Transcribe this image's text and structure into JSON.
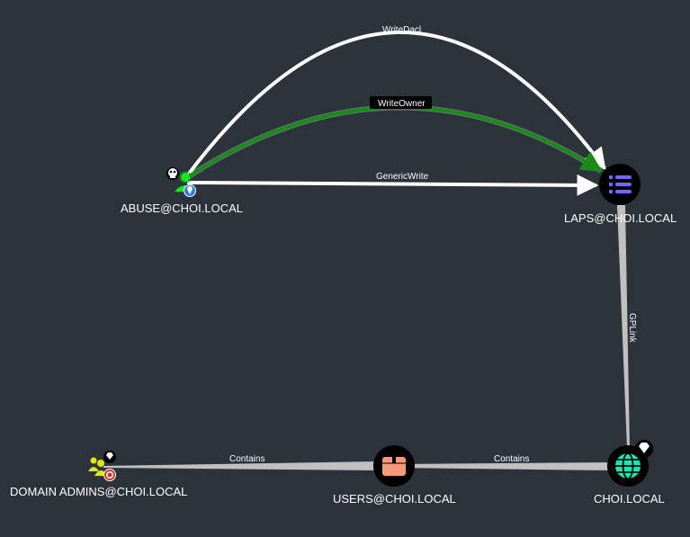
{
  "graph": {
    "nodes": [
      {
        "id": "abuse",
        "label": "ABUSE@CHOI.LOCAL",
        "type": "user",
        "color": "#17e625",
        "badges": [
          "skull-icon",
          "location-pin-icon"
        ]
      },
      {
        "id": "laps",
        "label": "LAPS@CHOI.LOCAL",
        "type": "ou-list",
        "color": "#7b61ff",
        "badges": []
      },
      {
        "id": "choi",
        "label": "CHOI.LOCAL",
        "type": "domain",
        "color": "#19e6b3",
        "badges": [
          "diamond-icon"
        ]
      },
      {
        "id": "users",
        "label": "USERS@CHOI.LOCAL",
        "type": "container",
        "color": "#f79a78",
        "badges": []
      },
      {
        "id": "domain_admins",
        "label": "DOMAIN ADMINS@CHOI.LOCAL",
        "type": "group",
        "color": "#dbe617",
        "badges": [
          "diamond-icon",
          "target-icon"
        ]
      }
    ],
    "edges": [
      {
        "id": "writedacl",
        "label": "WriteDacl",
        "from": "abuse",
        "to": "laps",
        "color": "#ffffff",
        "style": "arc-high"
      },
      {
        "id": "writeowner",
        "label": "WriteOwner",
        "from": "abuse",
        "to": "laps",
        "color": "#1a8a1a",
        "style": "arc-low",
        "highlighted": true
      },
      {
        "id": "genericwrite",
        "label": "GenericWrite",
        "from": "abuse",
        "to": "laps",
        "color": "#ffffff",
        "style": "straight"
      },
      {
        "id": "gplink",
        "label": "GPLink",
        "from": "laps",
        "to": "choi",
        "color": "#c0c0c0",
        "style": "tapered"
      },
      {
        "id": "contains1",
        "label": "Contains",
        "from": "choi",
        "to": "users",
        "color": "#c0c0c0",
        "style": "tapered"
      },
      {
        "id": "contains2",
        "label": "Contains",
        "from": "users",
        "to": "domain_admins",
        "color": "#c0c0c0",
        "style": "tapered"
      }
    ]
  }
}
